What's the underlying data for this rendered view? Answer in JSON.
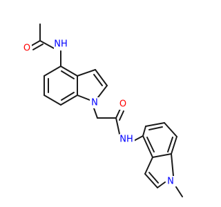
{
  "molecule": {
    "atoms": {
      "o_acetyl": {
        "symbol": "O"
      },
      "n_acetamide_h": {
        "symbol": "NH"
      },
      "n_indole_1": {
        "symbol": "N"
      },
      "o_amide": {
        "symbol": "O"
      },
      "n_amide_h": {
        "symbol": "NH"
      },
      "n_indole_2": {
        "symbol": "N"
      }
    },
    "colors": {
      "bond": "#1a1a1a",
      "oxygen": "#ff0000",
      "nitrogen": "#0000ff"
    }
  }
}
